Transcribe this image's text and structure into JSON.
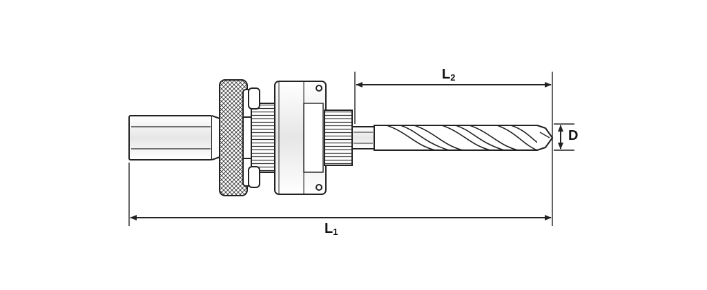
{
  "diagram": {
    "subject": "hole-saw-arbor-with-pilot-drill",
    "dimensions": {
      "l1": {
        "letter": "L",
        "subscript": "1"
      },
      "l2": {
        "letter": "L",
        "subscript": "2"
      },
      "d": {
        "letter": "D"
      }
    },
    "colors": {
      "line": "#222222",
      "fill": "#ffffff",
      "shade": "#dcdcdc"
    }
  }
}
